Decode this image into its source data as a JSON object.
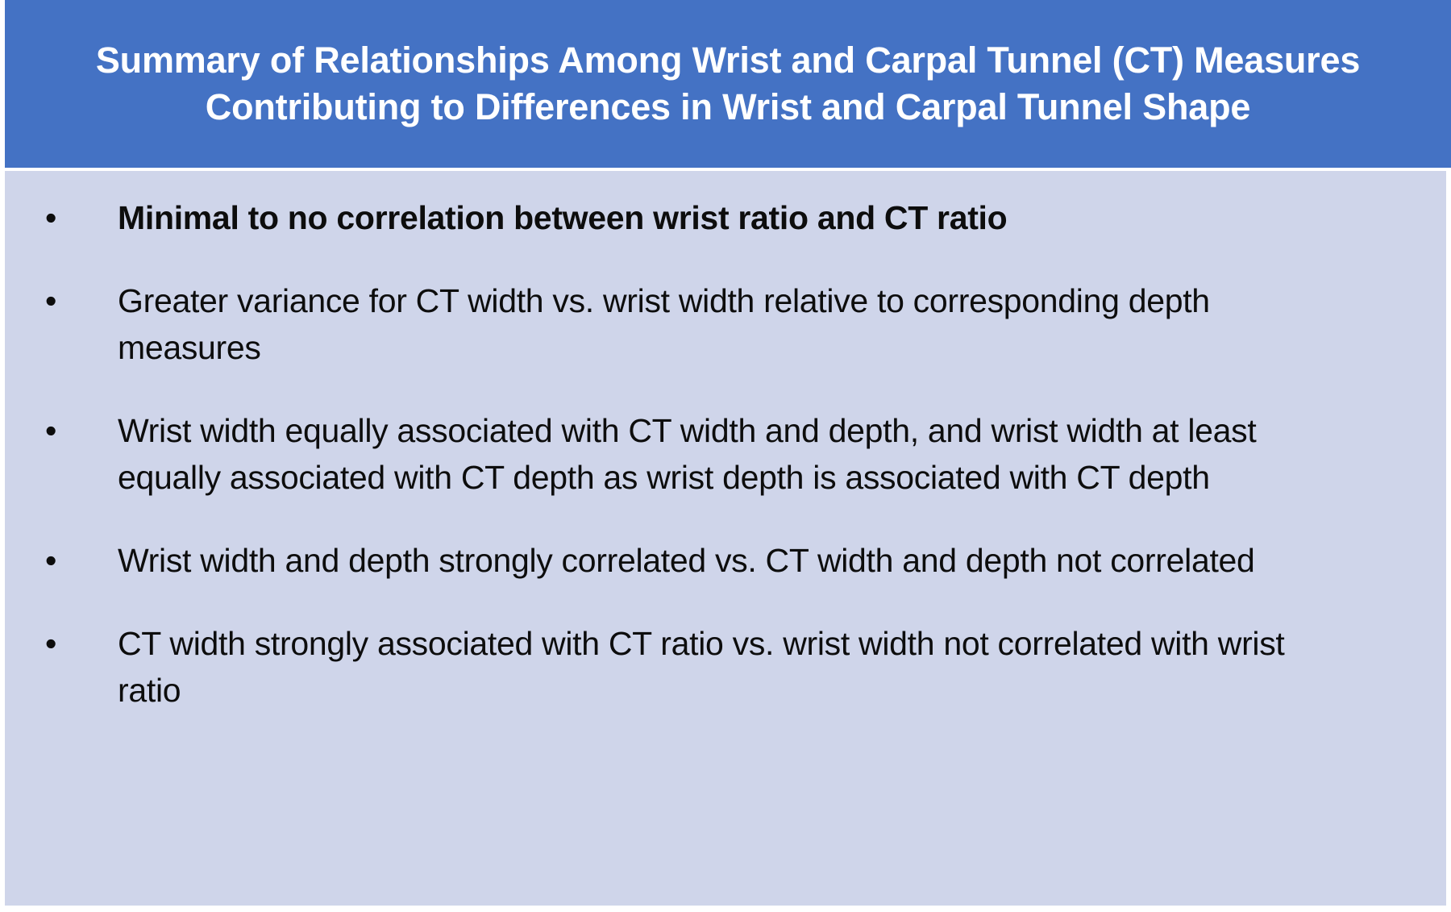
{
  "slide": {
    "title": "Summary of Relationships Among Wrist and Carpal Tunnel (CT) Measures Contributing to Differences in Wrist and Carpal Tunnel Shape",
    "colors": {
      "title_banner_background": "#4472C4",
      "title_text": "#FFFFFF",
      "body_background": "#CFD5EA",
      "body_text": "#0D0D0D"
    },
    "bullet_marker": "•",
    "bullets": [
      {
        "text": "Minimal to no correlation between wrist ratio and CT ratio",
        "bold": true
      },
      {
        "text": "Greater variance for CT width vs. wrist width relative to corresponding depth measures",
        "bold": false
      },
      {
        "text": "Wrist width equally associated with CT width and depth, and wrist width at least equally associated with CT depth as wrist depth is associated with CT depth",
        "bold": false
      },
      {
        "text": "Wrist width and depth strongly correlated vs. CT width and depth not correlated",
        "bold": false
      },
      {
        "text": "CT width strongly associated with CT ratio vs. wrist width not correlated with wrist ratio",
        "bold": false
      }
    ]
  }
}
